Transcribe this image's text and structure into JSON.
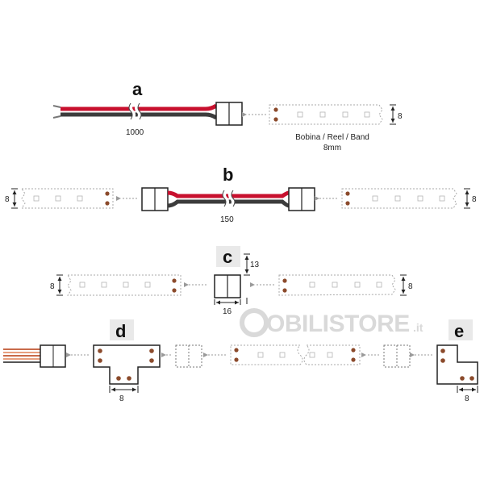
{
  "diagrams": {
    "a": {
      "letter": "a",
      "cable_length": "1000",
      "caption_line1": "Bobina / Reel / Band",
      "caption_line2": "8mm",
      "strip_width": "8"
    },
    "b": {
      "letter": "b",
      "cable_length": "150",
      "strip_width_left": "8",
      "strip_width_right": "8"
    },
    "c": {
      "letter": "c",
      "height": "13",
      "width": "16",
      "strip_width_left": "8",
      "strip_width_right": "8"
    },
    "d": {
      "letter": "d",
      "width": "8"
    },
    "e": {
      "letter": "e",
      "width": "8"
    }
  },
  "watermark": {
    "brand": "OBILISTORE",
    "suffix": ".it"
  },
  "colors": {
    "red_wire": "#c8102e",
    "black_wire": "#3c3c3c",
    "copper_pad": "#8b4a2b",
    "strip_outline": "#a8a8a8",
    "connector_outline": "#222222",
    "arrow": "#9a9a9a",
    "watermark": "#d9d9d9"
  }
}
